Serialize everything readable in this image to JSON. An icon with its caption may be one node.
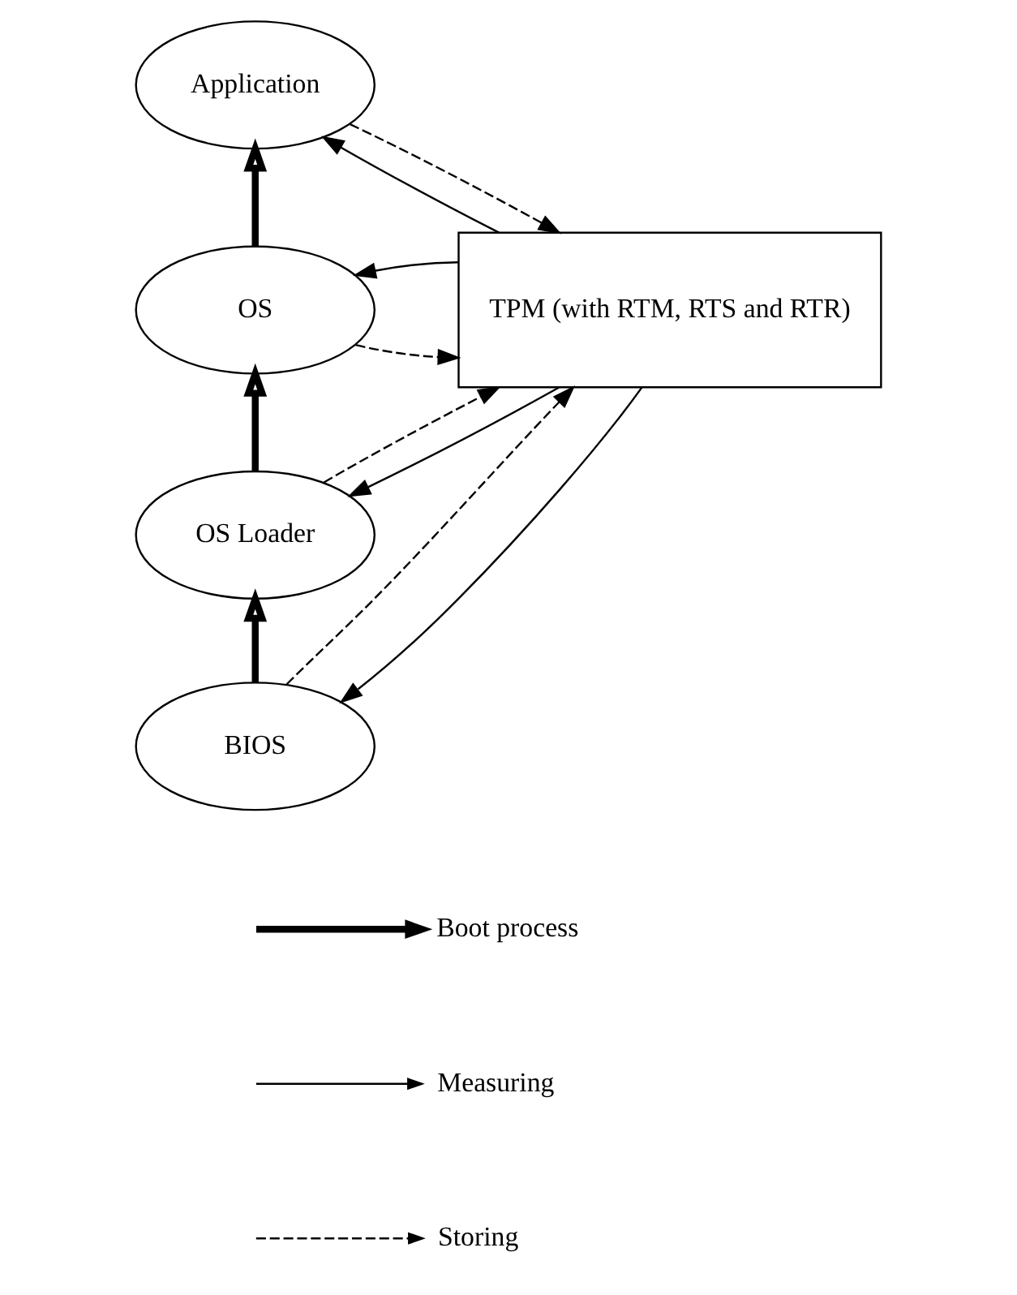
{
  "diagram": {
    "nodes": [
      {
        "text": [
          "Application"
        ]
      },
      {
        "text": [
          "OS"
        ]
      },
      {
        "text": [
          "OS Loader"
        ]
      },
      {
        "text": [
          "BIOS"
        ]
      },
      {
        "text": [
          "TPM (with RTM, RTS and RTR)"
        ]
      }
    ],
    "edges": [
      {
        "from": 3,
        "to": 2,
        "arrow": "to",
        "style": "thick"
      },
      {
        "from": 2,
        "to": 1,
        "arrow": "to",
        "style": "thick"
      },
      {
        "from": 1,
        "to": 0,
        "arrow": "to",
        "style": "thick"
      },
      {
        "from": 4,
        "to": 0,
        "arrow": "to"
      },
      {
        "from": 0,
        "to": 4,
        "arrow": "to",
        "style": "dashed"
      },
      {
        "from": 4,
        "to": 1,
        "arrow": "to"
      },
      {
        "from": 1,
        "to": 4,
        "arrow": "to",
        "style": "dashed"
      },
      {
        "from": 4,
        "to": 2,
        "arrow": "to"
      },
      {
        "from": 2,
        "to": 4,
        "arrow": "to",
        "style": "dashed"
      },
      {
        "from": 4,
        "to": 3,
        "arrow": "to"
      },
      {
        "from": 3,
        "to": 4,
        "arrow": "to",
        "style": "dashed"
      }
    ],
    "legend": [
      {
        "text": "Boot process"
      },
      {
        "text": "Measuring"
      },
      {
        "text": "Storing"
      }
    ]
  }
}
